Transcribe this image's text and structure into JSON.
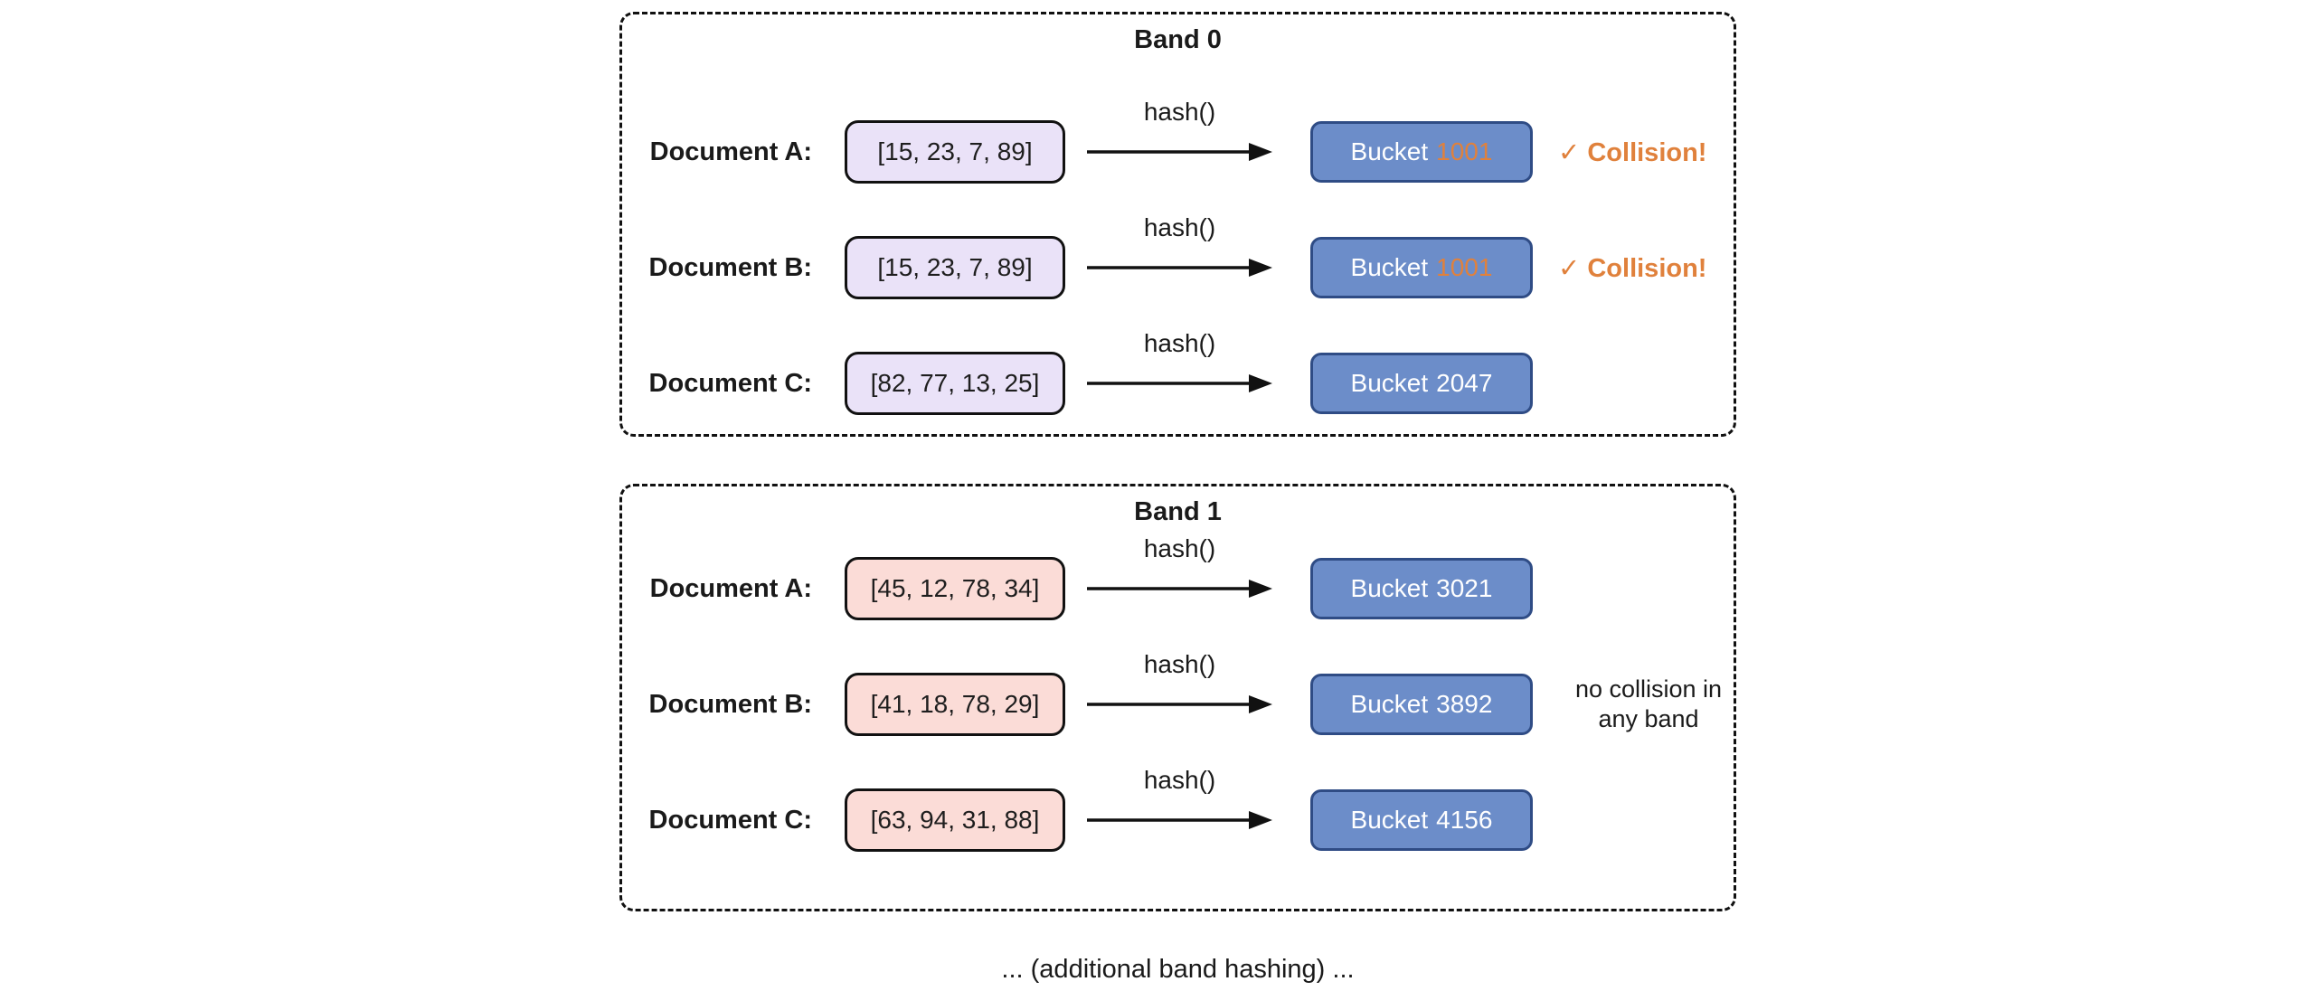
{
  "diagram": {
    "bands": [
      {
        "title": "Band 0",
        "rows": [
          {
            "label": "Document A:",
            "signature": "[15, 23, 7, 89]",
            "hash_label": "hash()",
            "bucket_prefix": "Bucket",
            "bucket_id": "1001",
            "bucket_id_color": "#e0813c",
            "right_text": "✓ Collision!"
          },
          {
            "label": "Document B:",
            "signature": "[15, 23, 7, 89]",
            "hash_label": "hash()",
            "bucket_prefix": "Bucket",
            "bucket_id": "1001",
            "bucket_id_color": "#e0813c",
            "right_text": "✓ Collision!"
          },
          {
            "label": "Document C:",
            "signature": "[82, 77, 13, 25]",
            "hash_label": "hash()",
            "bucket_prefix": "Bucket",
            "bucket_id": "2047",
            "bucket_id_color": "#ffffff",
            "right_text": ""
          }
        ]
      },
      {
        "title": "Band 1",
        "rows": [
          {
            "label": "Document A:",
            "signature": "[45, 12, 78, 34]",
            "hash_label": "hash()",
            "bucket_prefix": "Bucket",
            "bucket_id": "3021",
            "bucket_id_color": "#ffffff",
            "right_text": ""
          },
          {
            "label": "Document B:",
            "signature": "[41, 18, 78, 29]",
            "hash_label": "hash()",
            "bucket_prefix": "Bucket",
            "bucket_id": "3892",
            "bucket_id_color": "#ffffff",
            "right_text": "no collision in",
            "right_text_line2": "any band"
          },
          {
            "label": "Document C:",
            "signature": "[63, 94, 31, 88]",
            "hash_label": "hash()",
            "bucket_prefix": "Bucket",
            "bucket_id": "4156",
            "bucket_id_color": "#ffffff",
            "right_text": ""
          }
        ]
      }
    ],
    "footer": "... (additional band hashing) ..."
  },
  "colors": {
    "accent_orange": "#e0813c",
    "bucket_fill": "#6c8dc9",
    "bucket_border": "#2f4c85",
    "band0_signature_fill": "#eae2f8",
    "band1_signature_fill": "#fbdcd7",
    "outline": "#111111",
    "bucket_text": "#ffffff"
  }
}
